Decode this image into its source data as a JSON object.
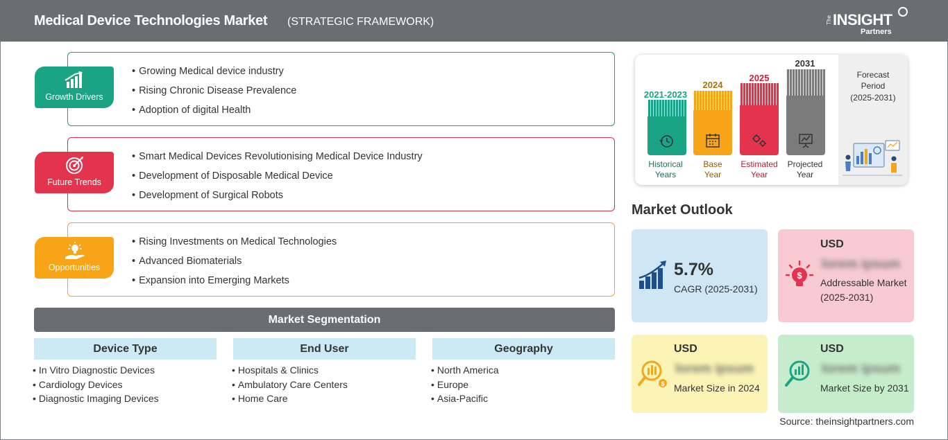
{
  "header": {
    "title": "Medical Device Technologies Market",
    "subtitle": "(STRATEGIC FRAMEWORK)",
    "logo": {
      "the": "The",
      "main": "INSIGHT",
      "partners": "Partners"
    }
  },
  "categories": [
    {
      "label": "Growth Drivers",
      "color": "#1aa484",
      "icon": "bar-chart-growth-icon",
      "items": [
        "Growing Medical device industry",
        "Rising Chronic Disease Prevalence",
        "Adoption of digital Health"
      ]
    },
    {
      "label": "Future Trends",
      "color": "#e4344d",
      "icon": "target-icon",
      "items": [
        "Smart Medical Devices Revolutionising Medical Device Industry",
        "Development of Disposable Medical Device",
        "Development of Surgical Robots"
      ]
    },
    {
      "label": "Opportunities",
      "color": "#f7a417",
      "icon": "lightbulb-hand-icon",
      "items": [
        "Rising Investments on Medical Technologies",
        "Advanced Biomaterials",
        "Expansion into Emerging Markets"
      ]
    }
  ],
  "segmentation": {
    "title": "Market Segmentation",
    "columns": [
      {
        "heading": "Device Type",
        "items": [
          "In Vitro Diagnostic Devices",
          "Cardiology Devices",
          "Diagnostic Imaging Devices"
        ]
      },
      {
        "heading": "End User",
        "items": [
          "Hospitals & Clinics",
          "Ambulatory Care Centers",
          "Home Care"
        ]
      },
      {
        "heading": "Geography",
        "items": [
          "North America",
          "Europe",
          "Asia-Pacific"
        ]
      }
    ]
  },
  "timeline": {
    "bars": [
      {
        "year": "2021-2023",
        "label_line1": "Historical",
        "label_line2": "Years",
        "color": "#1aa484",
        "icon": "clock-history-icon"
      },
      {
        "year": "2024",
        "label_line1": "Base",
        "label_line2": "Year",
        "color": "#f7a417",
        "icon": "calendar-icon"
      },
      {
        "year": "2025",
        "label_line1": "Estimated",
        "label_line2": "Year",
        "color": "#e4344d",
        "icon": "gears-icon"
      },
      {
        "year": "2031",
        "label_line1": "Projected",
        "label_line2": "Year",
        "color": "#7b7b7b",
        "icon": "presentation-chart-icon"
      }
    ],
    "forecast_line1": "Forecast",
    "forecast_line2": "Period",
    "forecast_years": "(2025-2031)"
  },
  "outlook": {
    "title": "Market Outlook",
    "cagr": {
      "value": "5.7%",
      "label": "CAGR (2025-2031)",
      "icon": "growth-bars-arrow-icon"
    },
    "addressable": {
      "currency": "USD",
      "value": "lorem ipsum",
      "label": "Addressable Market (2025-2031)",
      "icon": "lightbulb-dollar-icon"
    },
    "size_2024": {
      "currency": "USD",
      "value": "lorem ipsum",
      "label": "Market Size in 2024",
      "icon": "magnifier-coins-icon"
    },
    "size_2031": {
      "currency": "USD",
      "value": "lorem ipsum",
      "label": "Market Size by 2031",
      "icon": "magnifier-chart-icon"
    },
    "colors": {
      "blue": "#cfe6f4",
      "pink": "#f7cbd1",
      "yellow": "#fcf4b4",
      "green": "#c6edcb"
    }
  },
  "source": "Source: theinsightpartners.com"
}
